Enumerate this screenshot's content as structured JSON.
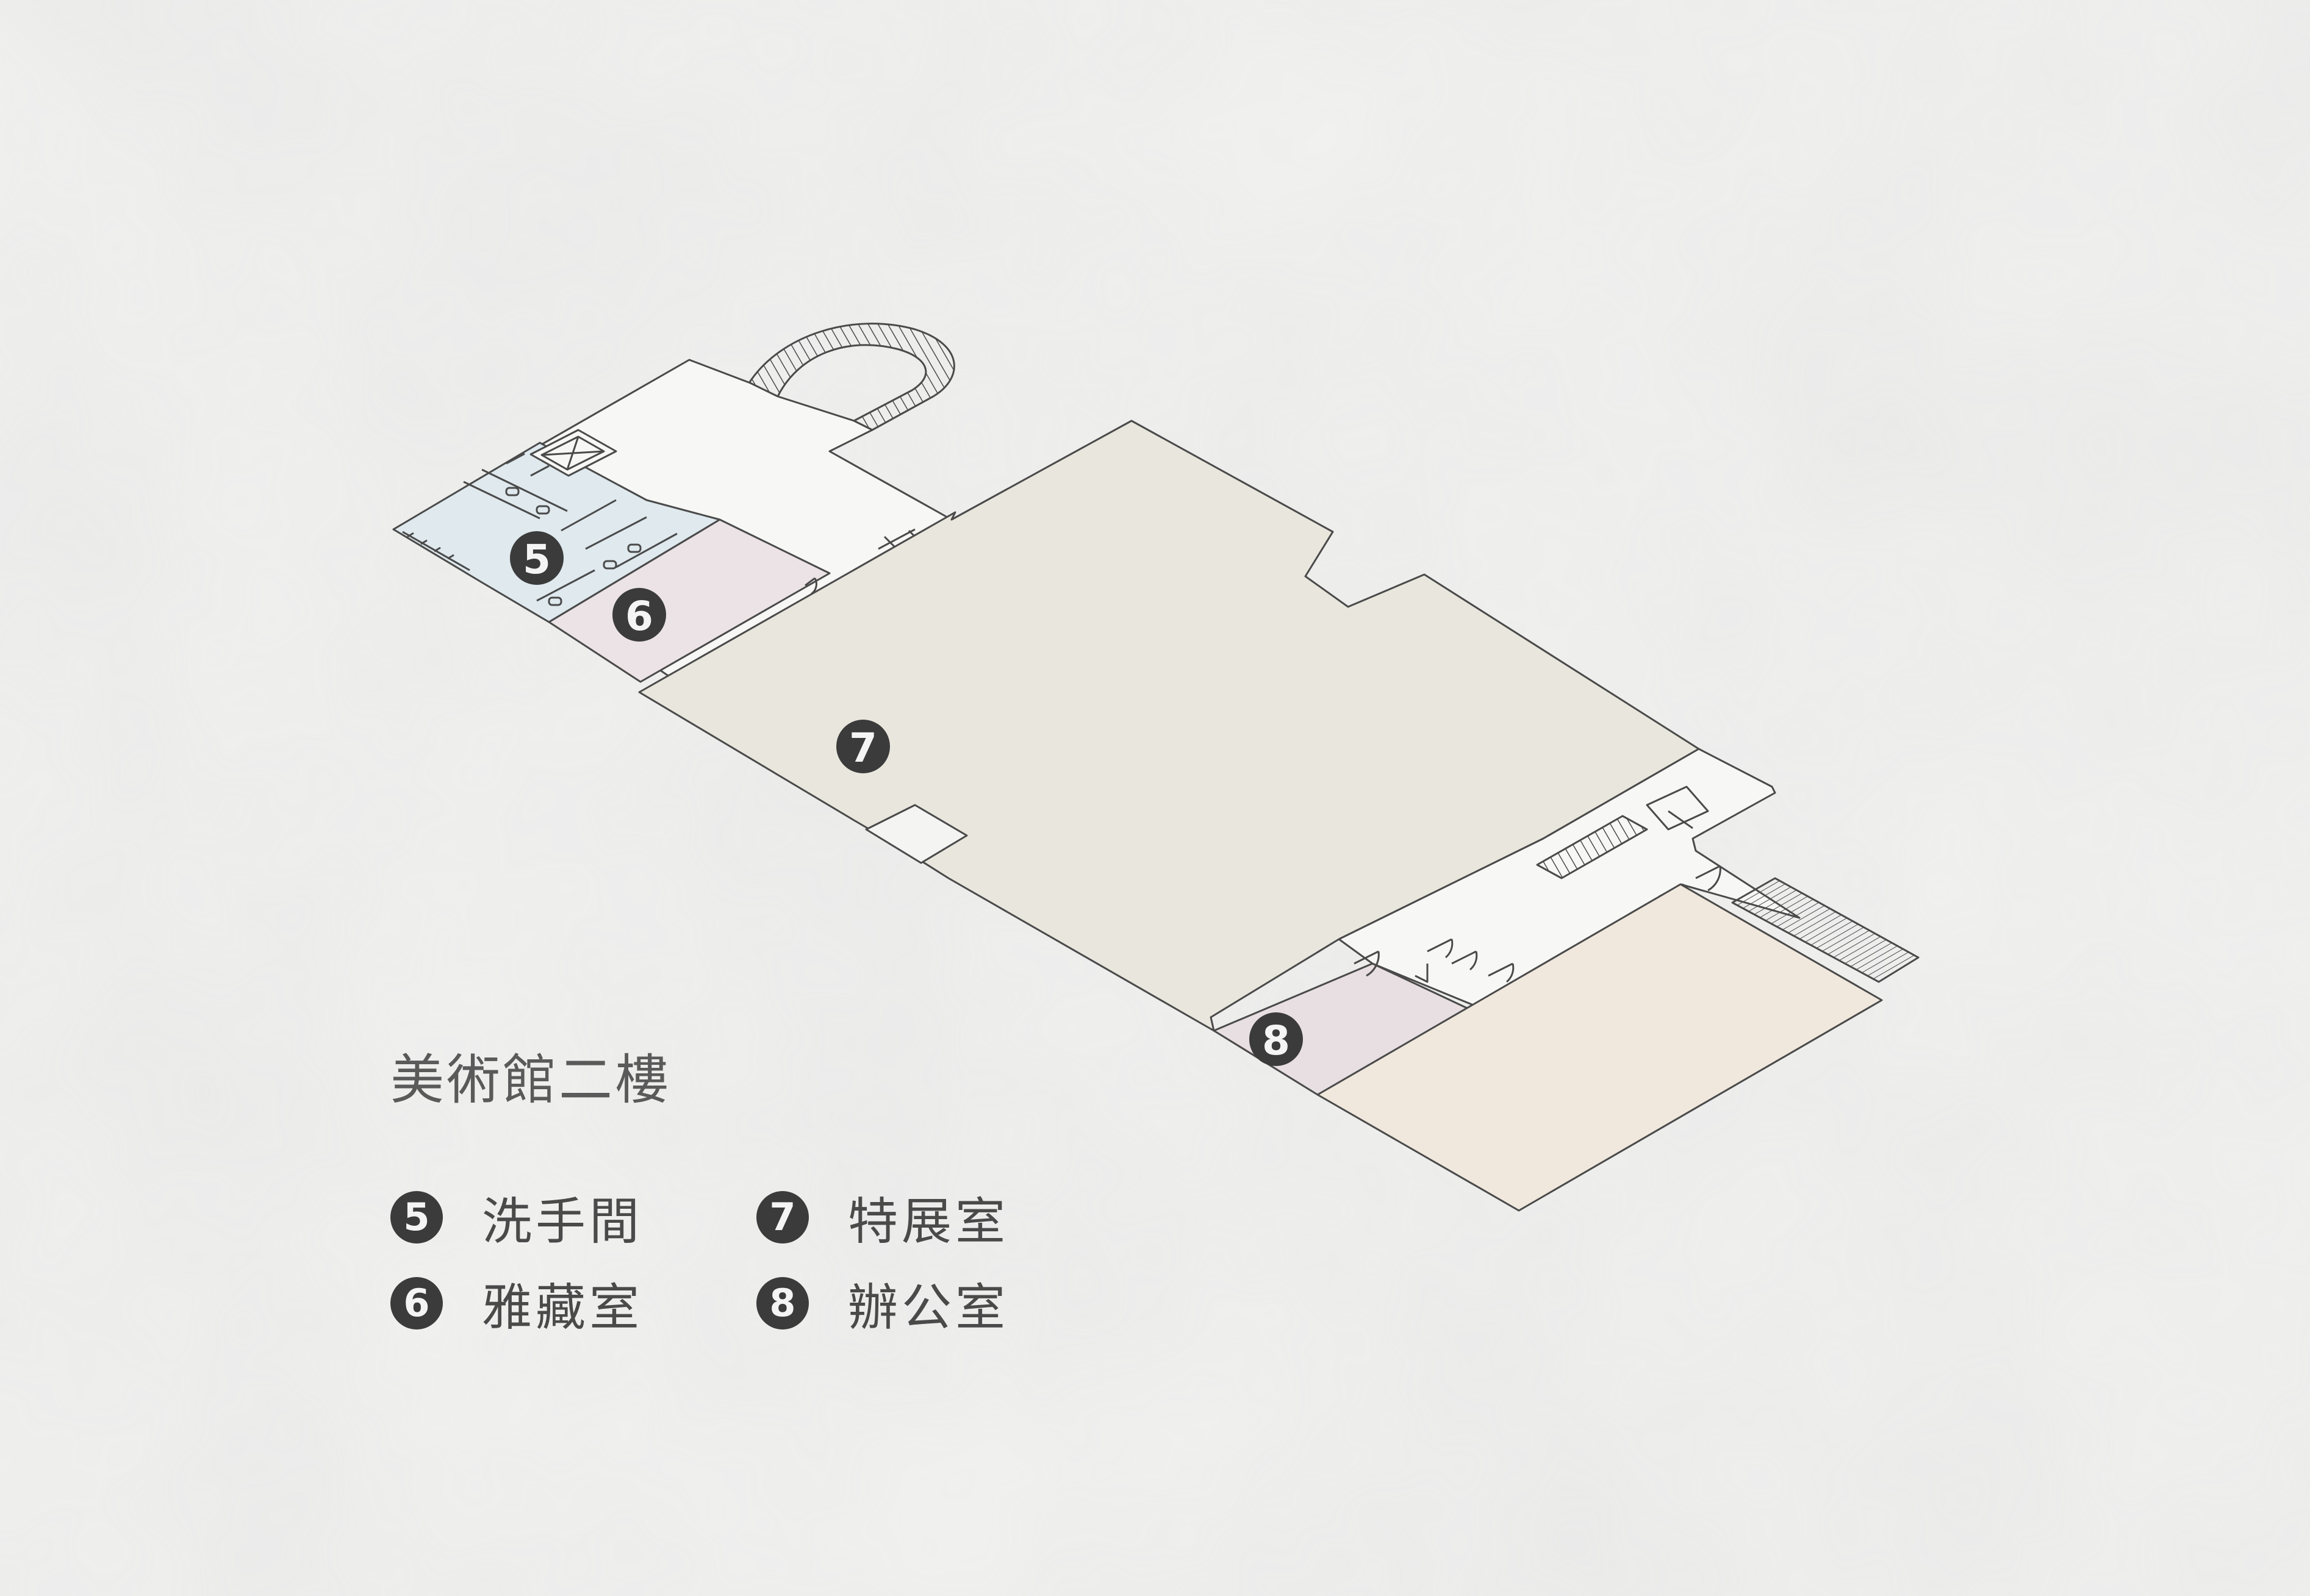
{
  "title": "美術館二樓",
  "map_labels": {
    "room5": "5",
    "room6": "6",
    "room7": "7",
    "room8": "8"
  },
  "legend": [
    {
      "number": "5",
      "name": "洗手間"
    },
    {
      "number": "7",
      "name": "特展室"
    },
    {
      "number": "6",
      "name": "雅藏室"
    },
    {
      "number": "8",
      "name": "辦公室"
    }
  ],
  "colors": {
    "paper": "#f1f1f0",
    "outline": "#4a4a4a",
    "restroom_fill": "#dfe9ee",
    "storage_fill": "#ece3e6",
    "gallery_fill": "#e9e7dd",
    "office_fill": "#e8dfe2",
    "office_main_fill": "#f0e8dd",
    "badge": "#3b3b3b"
  }
}
